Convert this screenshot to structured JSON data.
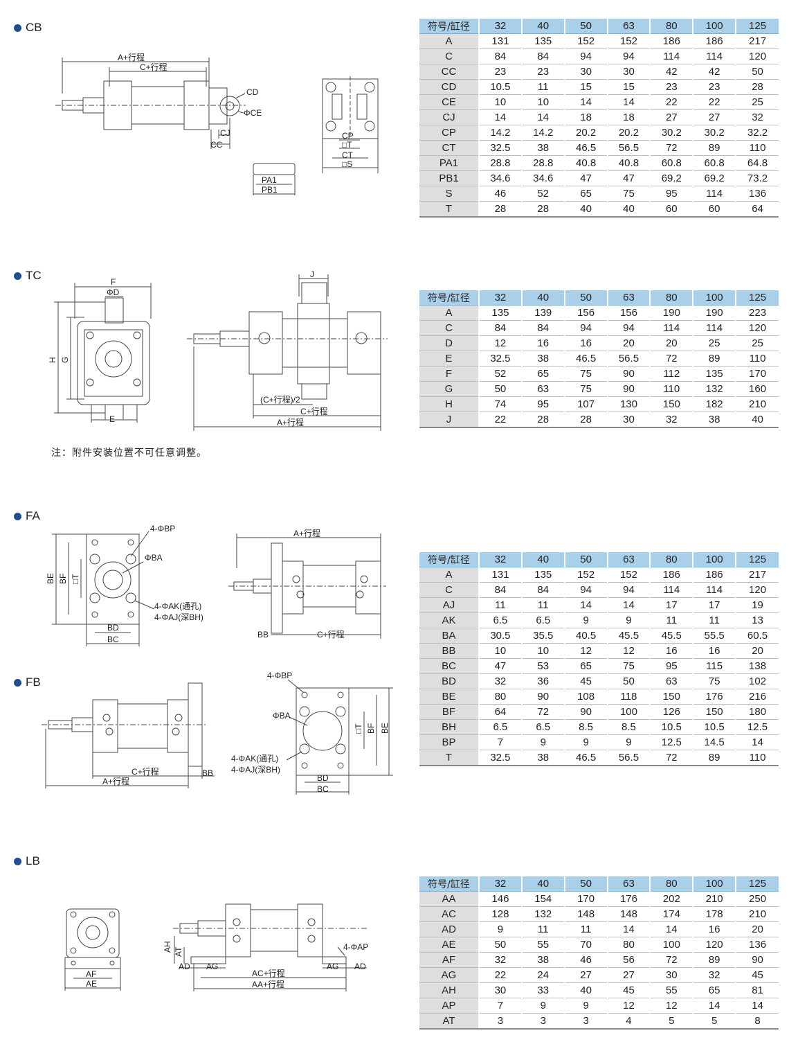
{
  "sections": [
    {
      "id": "cb",
      "title": "CB",
      "header": [
        "符号/缸径",
        "32",
        "40",
        "50",
        "63",
        "80",
        "100",
        "125"
      ],
      "rows": [
        [
          "A",
          "131",
          "135",
          "152",
          "152",
          "186",
          "186",
          "217"
        ],
        [
          "C",
          "84",
          "84",
          "94",
          "94",
          "114",
          "114",
          "120"
        ],
        [
          "CC",
          "23",
          "23",
          "30",
          "30",
          "42",
          "42",
          "50"
        ],
        [
          "CD",
          "10.5",
          "11",
          "15",
          "15",
          "23",
          "23",
          "28"
        ],
        [
          "CE",
          "10",
          "10",
          "14",
          "14",
          "22",
          "22",
          "25"
        ],
        [
          "CJ",
          "14",
          "14",
          "18",
          "18",
          "27",
          "27",
          "32"
        ],
        [
          "CP",
          "14.2",
          "14.2",
          "20.2",
          "20.2",
          "30.2",
          "30.2",
          "32.2"
        ],
        [
          "CT",
          "32.5",
          "38",
          "46.5",
          "56.5",
          "72",
          "89",
          "110"
        ],
        [
          "PA1",
          "28.8",
          "28.8",
          "40.8",
          "40.8",
          "60.8",
          "60.8",
          "64.8"
        ],
        [
          "PB1",
          "34.6",
          "34.6",
          "47",
          "47",
          "69.2",
          "69.2",
          "73.2"
        ],
        [
          "S",
          "46",
          "52",
          "65",
          "75",
          "95",
          "114",
          "136"
        ],
        [
          "T",
          "28",
          "28",
          "40",
          "40",
          "60",
          "60",
          "64"
        ]
      ]
    },
    {
      "id": "tc",
      "title": "TC",
      "header": [
        "符号/缸径",
        "32",
        "40",
        "50",
        "63",
        "80",
        "100",
        "125"
      ],
      "rows": [
        [
          "A",
          "135",
          "139",
          "156",
          "156",
          "190",
          "190",
          "223"
        ],
        [
          "C",
          "84",
          "84",
          "94",
          "94",
          "114",
          "114",
          "120"
        ],
        [
          "D",
          "12",
          "16",
          "16",
          "20",
          "20",
          "25",
          "25"
        ],
        [
          "E",
          "32.5",
          "38",
          "46.5",
          "56.5",
          "72",
          "89",
          "110"
        ],
        [
          "F",
          "52",
          "65",
          "75",
          "90",
          "112",
          "135",
          "170"
        ],
        [
          "G",
          "50",
          "63",
          "75",
          "90",
          "110",
          "132",
          "160"
        ],
        [
          "H",
          "74",
          "95",
          "107",
          "130",
          "150",
          "182",
          "210"
        ],
        [
          "J",
          "22",
          "28",
          "28",
          "30",
          "32",
          "38",
          "40"
        ]
      ]
    },
    {
      "id": "fa",
      "title": "FA",
      "header": [
        "符号/缸径",
        "32",
        "40",
        "50",
        "63",
        "80",
        "100",
        "125"
      ],
      "rows": [
        [
          "A",
          "131",
          "135",
          "152",
          "152",
          "186",
          "186",
          "217"
        ],
        [
          "C",
          "84",
          "84",
          "94",
          "94",
          "114",
          "114",
          "120"
        ],
        [
          "AJ",
          "11",
          "11",
          "14",
          "14",
          "17",
          "17",
          "19"
        ],
        [
          "AK",
          "6.5",
          "6.5",
          "9",
          "9",
          "11",
          "11",
          "13"
        ],
        [
          "BA",
          "30.5",
          "35.5",
          "40.5",
          "45.5",
          "45.5",
          "55.5",
          "60.5"
        ],
        [
          "BB",
          "10",
          "10",
          "12",
          "12",
          "16",
          "16",
          "20"
        ],
        [
          "BC",
          "47",
          "53",
          "65",
          "75",
          "95",
          "115",
          "138"
        ],
        [
          "BD",
          "32",
          "36",
          "45",
          "50",
          "63",
          "75",
          "102"
        ],
        [
          "BE",
          "80",
          "90",
          "108",
          "118",
          "150",
          "176",
          "216"
        ],
        [
          "BF",
          "64",
          "72",
          "90",
          "100",
          "126",
          "150",
          "180"
        ],
        [
          "BH",
          "6.5",
          "6.5",
          "8.5",
          "8.5",
          "10.5",
          "10.5",
          "12.5"
        ],
        [
          "BP",
          "7",
          "9",
          "9",
          "9",
          "12.5",
          "14.5",
          "14"
        ],
        [
          "T",
          "32.5",
          "38",
          "46.5",
          "56.5",
          "72",
          "89",
          "110"
        ]
      ]
    },
    {
      "id": "fb",
      "title": "FB"
    },
    {
      "id": "lb",
      "title": "LB",
      "header": [
        "符号/缸径",
        "32",
        "40",
        "50",
        "63",
        "80",
        "100",
        "125"
      ],
      "rows": [
        [
          "AA",
          "146",
          "154",
          "170",
          "176",
          "202",
          "210",
          "250"
        ],
        [
          "AC",
          "128",
          "132",
          "148",
          "148",
          "174",
          "178",
          "210"
        ],
        [
          "AD",
          "9",
          "11",
          "11",
          "14",
          "14",
          "16",
          "20"
        ],
        [
          "AE",
          "50",
          "55",
          "70",
          "80",
          "100",
          "120",
          "136"
        ],
        [
          "AF",
          "32",
          "38",
          "46",
          "56",
          "72",
          "89",
          "90"
        ],
        [
          "AG",
          "22",
          "24",
          "27",
          "27",
          "30",
          "32",
          "45"
        ],
        [
          "AH",
          "30",
          "33",
          "40",
          "45",
          "55",
          "65",
          "81"
        ],
        [
          "AP",
          "7",
          "9",
          "9",
          "12",
          "12",
          "14",
          "14"
        ],
        [
          "AT",
          "3",
          "3",
          "3",
          "4",
          "5",
          "5",
          "8"
        ]
      ]
    }
  ],
  "note": "注：附件安装位置不可任意调整。",
  "labels": {
    "cb": {
      "a": "A+行程",
      "c": "C+行程",
      "cd": "CD",
      "ce": "ΦCE",
      "cj": "CJ",
      "cc": "CC",
      "pa1": "PA1",
      "pb1": "PB1",
      "cp": "CP",
      "t": "□T",
      "ct": "CT",
      "s": "□S"
    },
    "tc": {
      "f": "F",
      "d": "ΦD",
      "h": "H",
      "g": "G",
      "e": "E",
      "j": "J",
      "half": "(C+行程)/2",
      "c": "C+行程",
      "a": "A+行程"
    },
    "fa": {
      "bp": "4-ΦBP",
      "ba": "ΦBA",
      "be": "BE",
      "bf": "BF",
      "t": "□T",
      "ak": "4-ΦAK(通孔)",
      "aj": "4-ΦAJ(深BH)",
      "bd": "BD",
      "bc": "BC",
      "a": "A+行程",
      "bb": "BB",
      "c": "C+行程"
    },
    "fb": {
      "c": "C+行程",
      "a": "A+行程",
      "bb": "BB",
      "bp": "4-ΦBP",
      "ba": "ΦBA",
      "t": "□T",
      "bf": "BF",
      "be": "BE",
      "ak": "4-ΦAK(通孔)",
      "aj": "4-ΦAJ(深BH)",
      "bd": "BD",
      "bc": "BC"
    },
    "lb": {
      "ah": "AH",
      "at": "AT",
      "af": "AF",
      "ae": "AE",
      "ad": "AD",
      "ag": "AG",
      "ap": "4-ΦAP",
      "ac": "AC+行程",
      "aa": "AA+行程"
    }
  }
}
